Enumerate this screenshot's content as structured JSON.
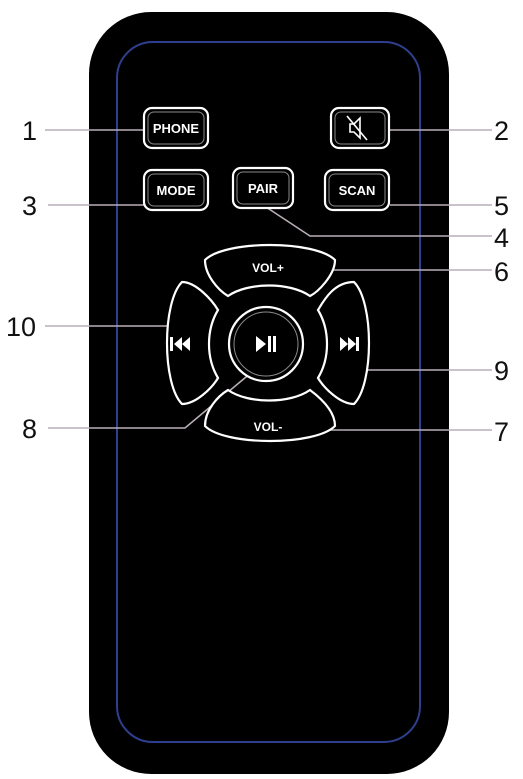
{
  "colors": {
    "body": "#000000",
    "border_blue": "#2f3f8f",
    "button_outline": "#ffffff",
    "leader_line": "#b9aeb8",
    "callout_text": "#111111"
  },
  "buttons": {
    "phone": "PHONE",
    "mute": "mute-speaker-icon",
    "mode": "MODE",
    "pair": "PAIR",
    "scan": "SCAN",
    "vol_up": "VOL+",
    "vol_down": "VOL-",
    "prev": "previous-track-icon",
    "next": "next-track-icon",
    "play_pause": "play-pause-icon"
  },
  "callouts": {
    "phone": "1",
    "mute": "2",
    "mode": "3",
    "pair": "4",
    "scan": "5",
    "vol_up": "6",
    "vol_down": "7",
    "play_pause": "8",
    "next": "9",
    "prev": "10"
  }
}
